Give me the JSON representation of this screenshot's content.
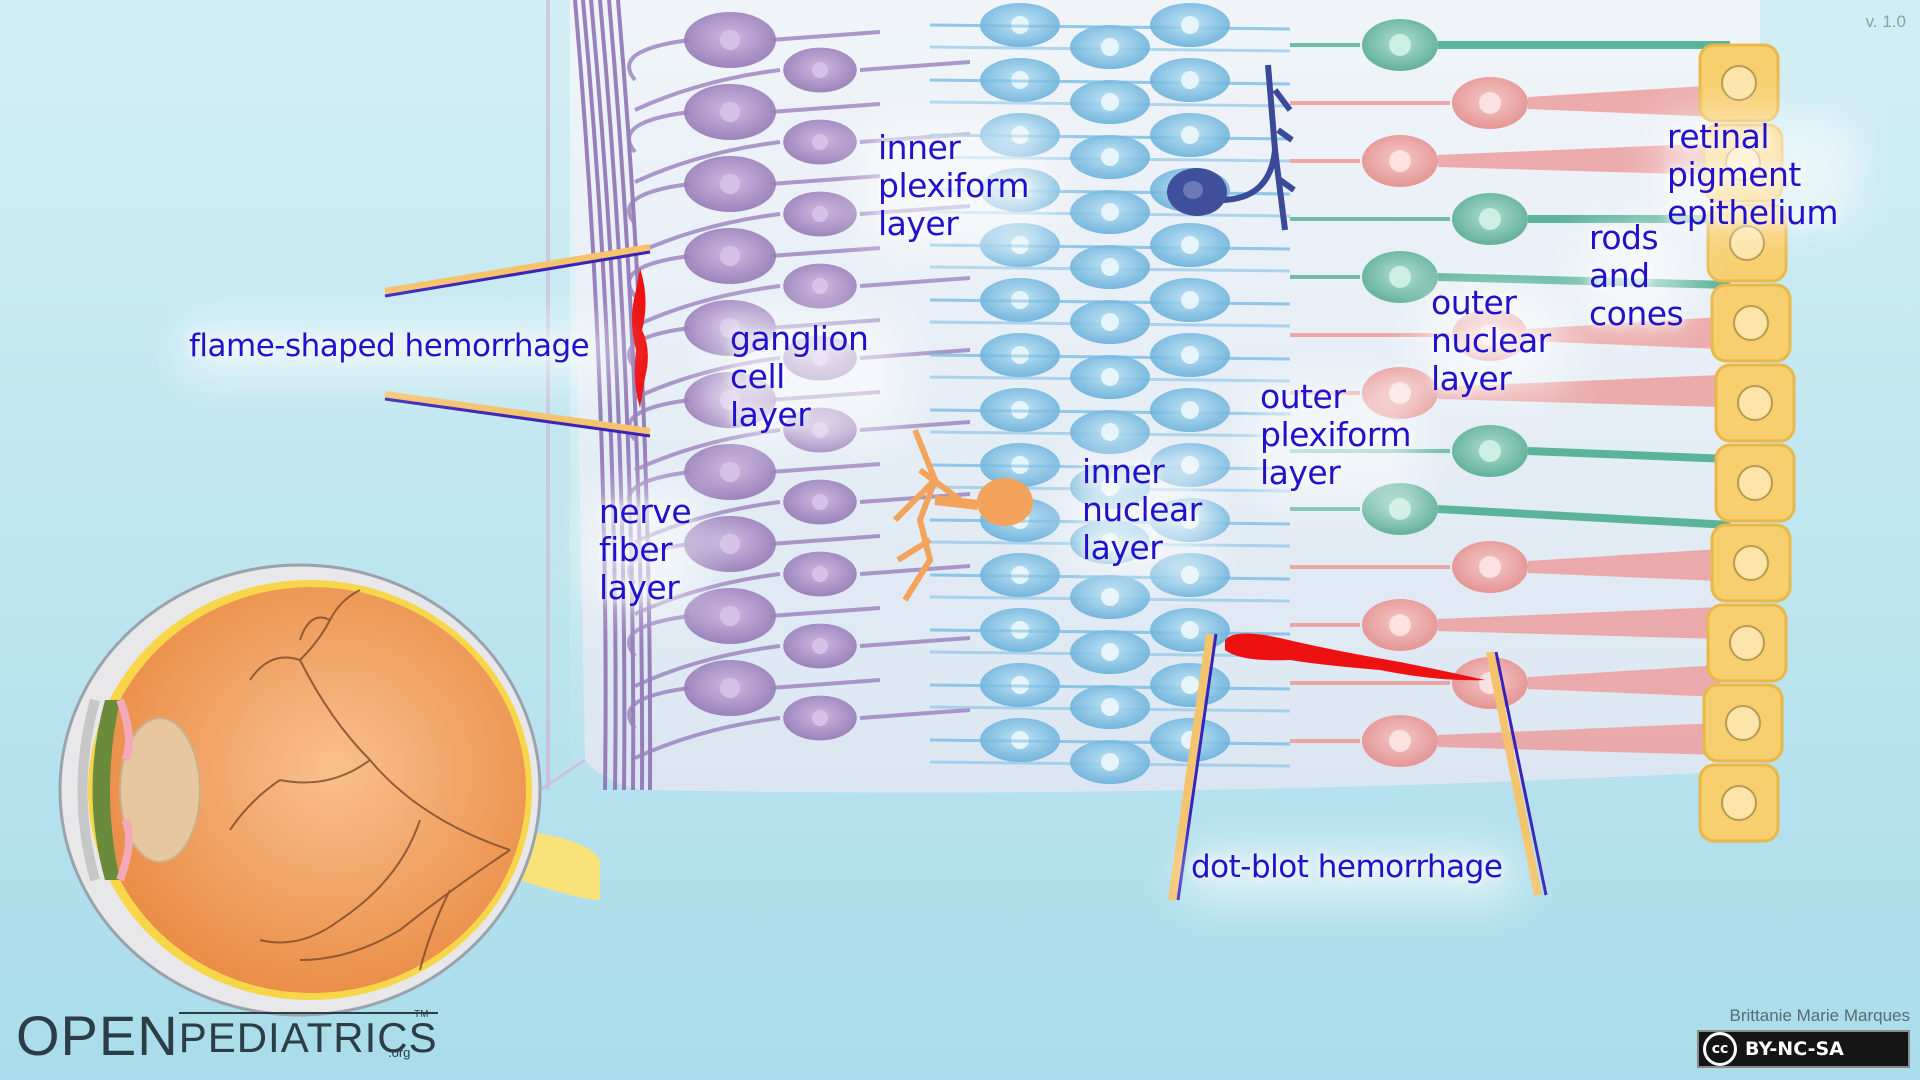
{
  "version": "v. 1.0",
  "labels": {
    "inner_plexiform": "inner\nplexiform\nlayer",
    "ganglion": "ganglion\ncell\nlayer",
    "nerve_fiber": "nerve\nfiber\nlayer",
    "inner_nuclear": "inner\nnuclear\nlayer",
    "outer_plexiform": "outer\nplexiform\nlayer",
    "outer_nuclear": "outer\nnuclear\nlayer",
    "rods_cones": "rods\nand\ncones",
    "rpe": "retinal\npigment\nepithelium",
    "flame": "flame-shaped hemorrhage",
    "dot_blot": "dot-blot hemorrhage"
  },
  "credits": {
    "author": "Brittanie Marie Marques",
    "license": "BY-NC-SA",
    "cc_mark": "cc"
  },
  "logo": {
    "open": "OPEN",
    "pediatrics": "PEDIATRICS",
    "org": ".org",
    "tm": "TM"
  },
  "colors": {
    "label_text": "#2211cc",
    "hemorrhage": "#ee1111",
    "ganglion_cells": "#a98cc4",
    "bipolar_cells": "#84c4e6",
    "photoreceptor_red": "#ec9a98",
    "photoreceptor_green": "#5ab39a",
    "rpe_cells": "#f7cf6e",
    "eyeball": "#f4a765"
  }
}
